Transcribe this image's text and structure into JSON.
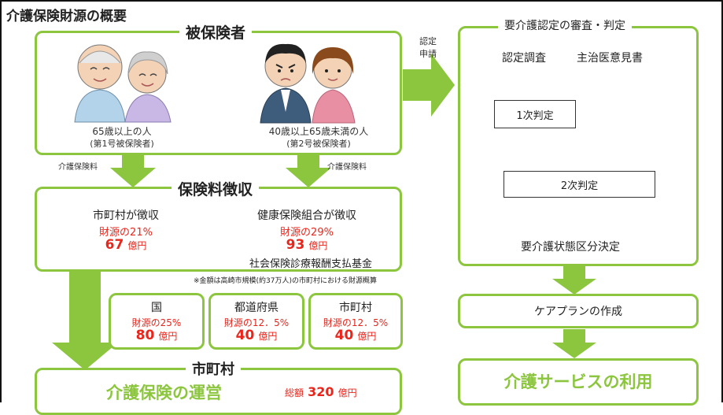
{
  "page_title": "介護保険財源の概要",
  "insured": {
    "title": "被保険者",
    "group1_line1": "65歳以上の人",
    "group1_line2": "(第1号被保険者)",
    "group2_line1": "40歳以上65歳未満の人",
    "group2_line2": "(第2号被保険者)"
  },
  "premium_label_left": "介護保険料",
  "premium_label_right": "介護保険料",
  "application_label_1": "認定",
  "application_label_2": "申請",
  "collection": {
    "title": "保険料徴収",
    "left_name": "市町村が徴収",
    "left_share": "財源の21%",
    "left_amount": "67",
    "left_unit": "億円",
    "right_name": "健康保険組合が徴収",
    "right_share": "財源の29%",
    "right_amount": "93",
    "right_unit": "億円",
    "right_sub": "社会保険診療報酬支払基金",
    "note": "※金額は高崎市規模(約37万人)の市町村における財源概算"
  },
  "public_funds": [
    {
      "name": "国",
      "share": "財源の25%",
      "amount": "80",
      "unit": "億円"
    },
    {
      "name": "都道府県",
      "share": "財源の12．5%",
      "amount": "40",
      "unit": "億円"
    },
    {
      "name": "市町村",
      "share": "財源の12．5%",
      "amount": "40",
      "unit": "億円"
    }
  ],
  "municipality": {
    "title": "市町村",
    "operation": "介護保険の運営",
    "total_label": "総額",
    "total_amount": "320",
    "total_unit": "億円"
  },
  "certification": {
    "title": "要介護認定の審査・判定",
    "survey": "認定調査",
    "doctor": "主治医意見書",
    "first": "1次判定",
    "second": "2次判定",
    "decision": "要介護状態区分決定"
  },
  "care_plan": "ケアプランの作成",
  "service_use": "介護サービスの利用",
  "colors": {
    "accent_green": "#8cc63f",
    "red": "#e8261c"
  }
}
